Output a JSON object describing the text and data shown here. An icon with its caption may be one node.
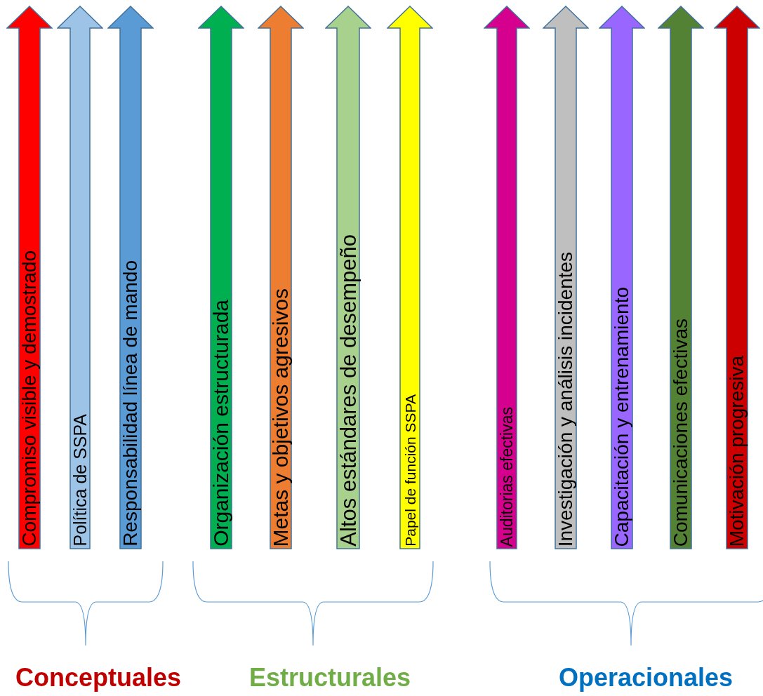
{
  "diagram": {
    "nodes": [
      {
        "text": [
          "Compromiso visible y demostrado"
        ]
      },
      {
        "text": [
          "Política de SSPA"
        ]
      },
      {
        "text": [
          "Responsabilidad línea de mando"
        ]
      },
      {
        "text": [
          "Organización estructurada"
        ]
      },
      {
        "text": [
          "Metas y objetivos agresivos"
        ]
      },
      {
        "text": [
          "Altos estándares de desempeño"
        ]
      },
      {
        "text": [
          "Papel de función SSPA"
        ]
      },
      {
        "text": [
          "Auditorias efectivas"
        ]
      },
      {
        "text": [
          "Investigación y análisis incidentes"
        ]
      },
      {
        "text": [
          "Capacitación y entrenamiento"
        ]
      },
      {
        "text": [
          "Comunicaciones efectivas"
        ]
      },
      {
        "text": [
          "Motivación progresiva"
        ]
      }
    ],
    "edges": [],
    "labels": [
      "Conceptuales",
      "Estructurales",
      "Operacionales"
    ]
  }
}
